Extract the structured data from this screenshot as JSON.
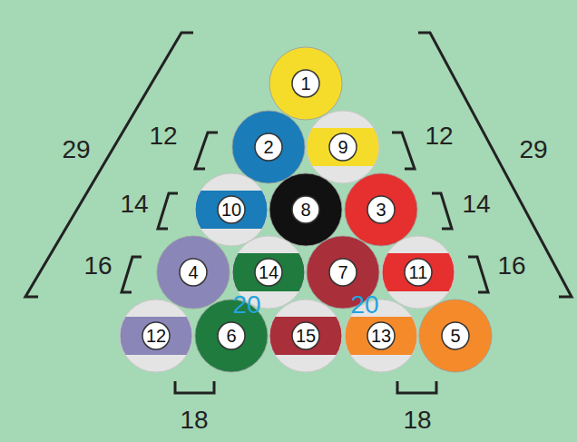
{
  "diagram": {
    "nodes": [
      {
        "text": [
          "1"
        ]
      },
      {
        "text": [
          "2"
        ]
      },
      {
        "text": [
          "9"
        ]
      },
      {
        "text": [
          "10"
        ]
      },
      {
        "text": [
          "8"
        ]
      },
      {
        "text": [
          "3"
        ]
      },
      {
        "text": [
          "4"
        ]
      },
      {
        "text": [
          "14"
        ]
      },
      {
        "text": [
          "7"
        ]
      },
      {
        "text": [
          "11"
        ]
      },
      {
        "text": [
          "12"
        ]
      },
      {
        "text": [
          "6"
        ]
      },
      {
        "text": [
          "15"
        ]
      },
      {
        "text": [
          "13"
        ]
      },
      {
        "text": [
          "5"
        ]
      }
    ],
    "labels": [
      "12",
      "12",
      "29",
      "29",
      "14",
      "14",
      "16",
      "16",
      "20",
      "20",
      "18",
      "18"
    ]
  }
}
